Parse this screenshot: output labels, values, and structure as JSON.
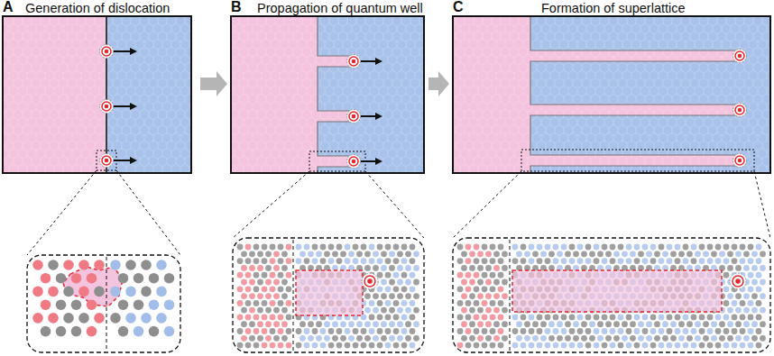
{
  "diagram": {
    "labels": [
      "A",
      "Generation of dislocation",
      "B",
      "Propagation of quantum well",
      "C",
      "Formation of superlattice"
    ]
  }
}
